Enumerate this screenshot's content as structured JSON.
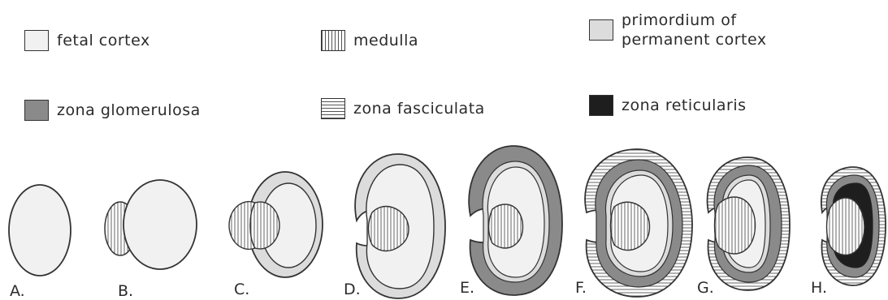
{
  "legend": {
    "fetal_cortex": "fetal cortex",
    "medulla": "medulla",
    "primordium": "primordium of\npermanent cortex",
    "zona_glomerulosa": "zona glomerulosa",
    "zona_fasciculata": "zona fasciculata",
    "zona_reticularis": "zona reticularis"
  },
  "stages": [
    "A.",
    "B.",
    "C.",
    "D.",
    "E.",
    "F.",
    "G.",
    "H."
  ],
  "colors": {
    "outline": "#333333",
    "fetal_cortex_fill": "#f1f1f1",
    "primordium_fill": "#dddddd",
    "glomerulosa_fill": "#8a8a8a",
    "reticularis_fill": "#1e1e1e"
  }
}
